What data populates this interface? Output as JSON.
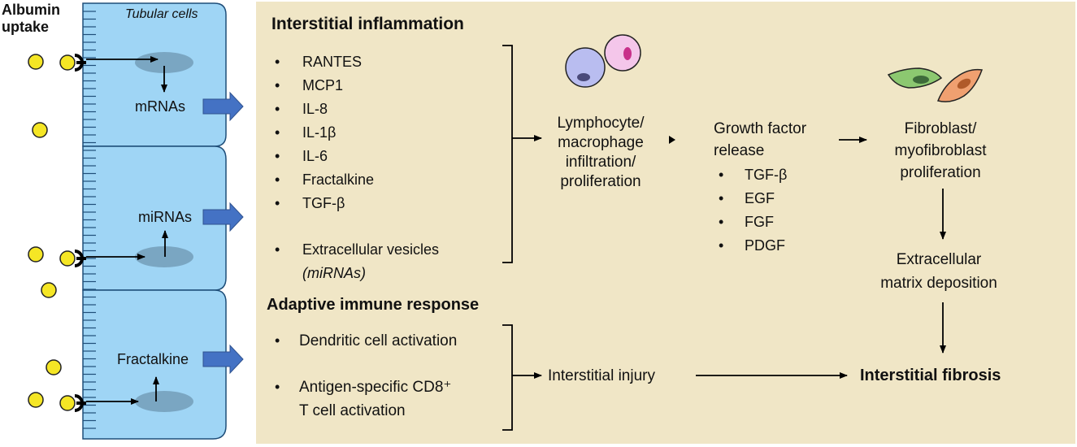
{
  "left": {
    "albumin_uptake": [
      "Albumin",
      "uptake"
    ],
    "tubular_cells": "Tubular cells",
    "cell1_label": "mRNAs",
    "cell2_label": "miRNAs",
    "cell3_label": "Fractalkine"
  },
  "panel": {
    "background": "#f0e6c6",
    "inflammation_title": "Interstitial inflammation",
    "mediators": [
      "RANTES",
      "MCP1",
      "IL-8",
      "IL-1β",
      "IL-6",
      "Fractalkine",
      "TGF-β"
    ],
    "vesicles": "Extracellular vesicles",
    "vesicles_sub": "(miRNAs)",
    "lymphocyte": [
      "Lymphocyte/",
      "macrophage",
      "infiltration/",
      "proliferation"
    ],
    "growth_factor": [
      "Growth factor",
      "release"
    ],
    "growth_factors": [
      "TGF-β",
      "EGF",
      "FGF",
      "PDGF"
    ],
    "fibroblast": [
      "Fibroblast/",
      "myofibroblast",
      "proliferation"
    ],
    "ecm": [
      "Extracellular",
      "matrix deposition"
    ],
    "adaptive_title": "Adaptive immune response",
    "adaptive_items": [
      "Dendritic cell activation",
      "Antigen-specific CD8⁺",
      "T cell activation"
    ],
    "injury": "Interstitial injury",
    "fibrosis": "Interstitial fibrosis"
  },
  "colors": {
    "cell_fill": "#9fd5f5",
    "cell_stroke": "#1f4e79",
    "nucleus": "#7aa6c2",
    "albumin": "#f5e625",
    "arrow_block": "#4472c4",
    "lymphocyte": "#b9bdf0",
    "macrophage": "#f4c6ea",
    "fibroblast_green": "#8cc870",
    "fibroblast_orange": "#f0a070"
  }
}
